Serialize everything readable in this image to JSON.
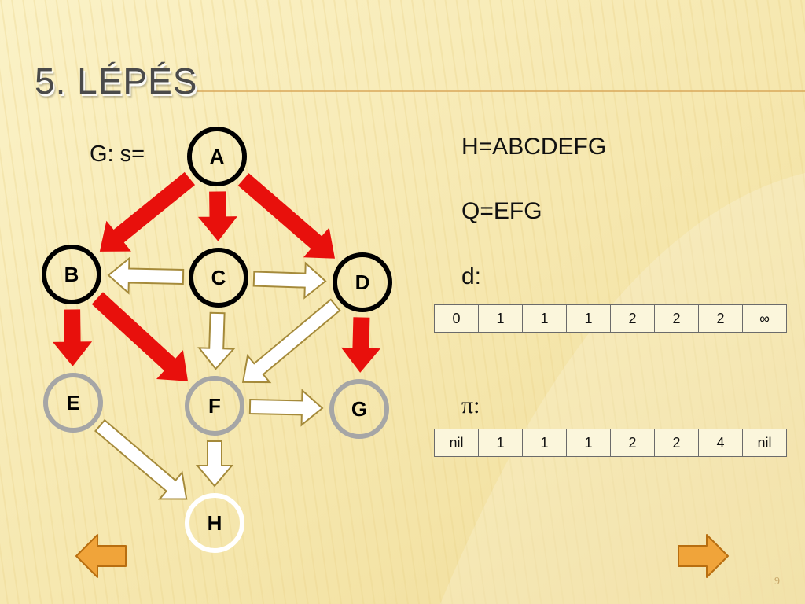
{
  "slide": {
    "title": "5. LÉPÉS",
    "graph_label": "G: s=",
    "h_line": "H=ABCDEFG",
    "q_line": "Q=EFG",
    "d_label": "d:",
    "pi_label": "π:",
    "page_number": "9"
  },
  "graph": {
    "nodes": [
      {
        "id": "A",
        "label": "A",
        "state": "black"
      },
      {
        "id": "B",
        "label": "B",
        "state": "black"
      },
      {
        "id": "C",
        "label": "C",
        "state": "black"
      },
      {
        "id": "D",
        "label": "D",
        "state": "black"
      },
      {
        "id": "E",
        "label": "E",
        "state": "gray"
      },
      {
        "id": "F",
        "label": "F",
        "state": "gray"
      },
      {
        "id": "G",
        "label": "G",
        "state": "gray"
      },
      {
        "id": "H",
        "label": "H",
        "state": "white"
      }
    ],
    "edges": [
      {
        "from": "A",
        "to": "B",
        "tree": true
      },
      {
        "from": "A",
        "to": "C",
        "tree": true
      },
      {
        "from": "A",
        "to": "D",
        "tree": true
      },
      {
        "from": "C",
        "to": "B",
        "tree": false
      },
      {
        "from": "C",
        "to": "D",
        "tree": false
      },
      {
        "from": "B",
        "to": "E",
        "tree": true
      },
      {
        "from": "B",
        "to": "F",
        "tree": true
      },
      {
        "from": "C",
        "to": "F",
        "tree": false
      },
      {
        "from": "D",
        "to": "F",
        "tree": false
      },
      {
        "from": "D",
        "to": "G",
        "tree": true
      },
      {
        "from": "F",
        "to": "G",
        "tree": false
      },
      {
        "from": "E",
        "to": "H",
        "tree": false
      },
      {
        "from": "F",
        "to": "H",
        "tree": false
      }
    ]
  },
  "tables": {
    "d": [
      "0",
      "1",
      "1",
      "1",
      "2",
      "2",
      "2",
      "∞"
    ],
    "pi": [
      "nil",
      "1",
      "1",
      "1",
      "2",
      "2",
      "4",
      "nil"
    ]
  },
  "colors": {
    "tree_edge": "#e8100c",
    "other_edge_fill": "#ffffff",
    "other_edge_stroke": "#a58a3a",
    "black_node": "#000000",
    "gray_node": "#a6a6a6",
    "white_node": "#ffffff",
    "nav_arrow_fill": "#f0a43a",
    "nav_arrow_stroke": "#b86e10"
  },
  "nav": {
    "prev_icon": "arrow-left-icon",
    "next_icon": "arrow-right-icon"
  }
}
